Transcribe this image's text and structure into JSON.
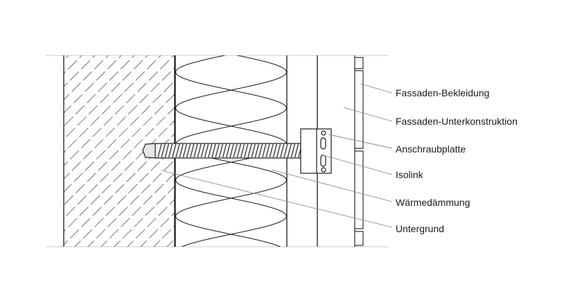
{
  "labels": {
    "fassaden_bekleidung": "Fassaden-Bekleidung",
    "fassaden_unterkonstruktion": "Fassaden-Unterkonstruktion",
    "anschraubplatte": "Anschraubplatte",
    "isolink": "Isolink",
    "waermedaemmung": "Wärmedämmung",
    "untergrund": "Untergrund"
  },
  "colors": {
    "line": "#1a1a1a",
    "hatch": "#555555",
    "leader": "#888888",
    "guide": "#c8c8c8",
    "background": "#ffffff"
  }
}
